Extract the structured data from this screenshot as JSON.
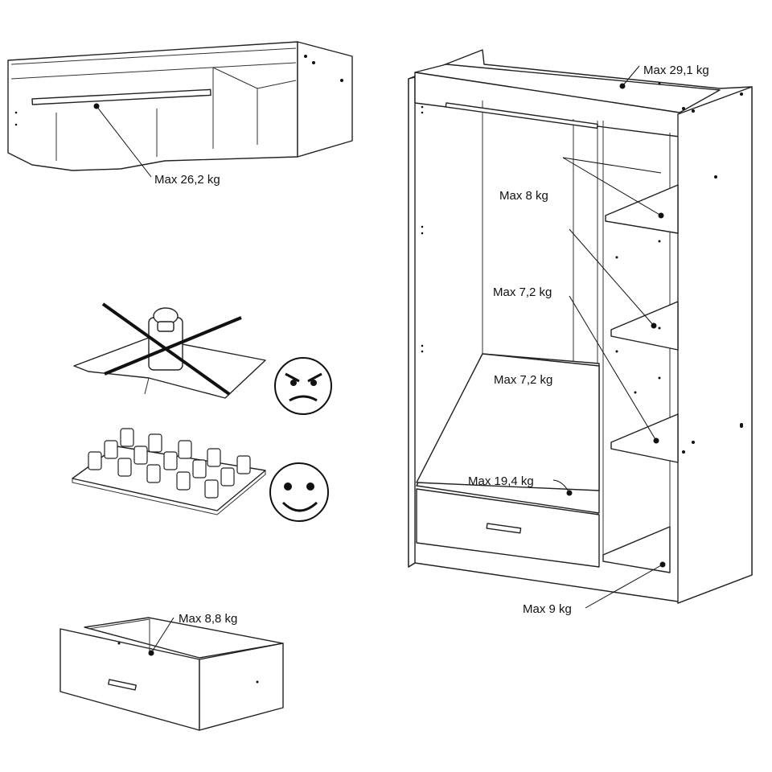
{
  "labels": {
    "top_shelf": "Max 29,1 kg",
    "hanging_rail_top": "Max 26,2 kg",
    "shelf_1": "Max 8 kg",
    "shelf_2": "Max 7,2 kg",
    "shelf_3": "Max 7,2 kg",
    "bottom_compartment": "Max 19,4 kg",
    "bottom_right": "Max 9 kg",
    "drawer": "Max 8,8 kg"
  },
  "icons": {
    "wrong_load": "concentrated-weight-crossed-out",
    "angry_face": "angry-face-icon",
    "right_load": "distributed-weights",
    "happy_face": "smiling-face-icon"
  }
}
